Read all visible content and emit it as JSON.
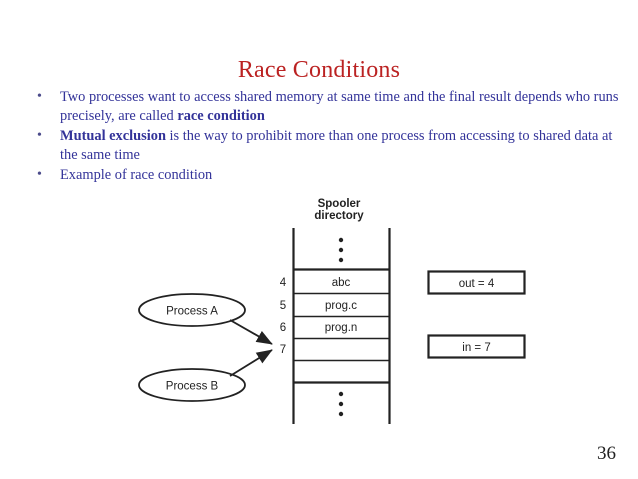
{
  "slide": {
    "title": "Race Conditions",
    "page_number": "36",
    "title_color": "#bb2222",
    "body_color": "#333399",
    "bullet_glyph": "•"
  },
  "bullets": [
    {
      "id": "bullet-race-condition",
      "segments": [
        {
          "text": "Two processes want to access shared memory at same time and the final result depends who runs precisely, are called ",
          "bold": false
        },
        {
          "text": "race condition",
          "bold": true
        }
      ]
    },
    {
      "id": "bullet-mutual-exclusion",
      "segments": [
        {
          "text": "Mutual exclusion",
          "bold": true
        },
        {
          "text": " is the way to prohibit more than one process from accessing to shared data at the same time",
          "bold": false
        }
      ]
    },
    {
      "id": "bullet-example",
      "segments": [
        {
          "text": "Example of  race condition",
          "bold": false
        }
      ]
    }
  ],
  "figure": {
    "caption_lines": [
      "Spooler",
      "directory"
    ],
    "spooler_rows": [
      {
        "index": "",
        "value": "",
        "kind": "dots"
      },
      {
        "index": "4",
        "value": "abc",
        "kind": "entry"
      },
      {
        "index": "5",
        "value": "prog.c",
        "kind": "entry"
      },
      {
        "index": "6",
        "value": "prog.n",
        "kind": "entry"
      },
      {
        "index": "7",
        "value": "",
        "kind": "entry"
      },
      {
        "index": "",
        "value": "",
        "kind": "empty"
      },
      {
        "index": "",
        "value": "",
        "kind": "dots"
      }
    ],
    "processes": [
      {
        "id": "process-a",
        "label": "Process A"
      },
      {
        "id": "process-b",
        "label": "Process B"
      }
    ],
    "variables": [
      {
        "id": "var-out",
        "label": "out = 4"
      },
      {
        "id": "var-in",
        "label": "in = 7"
      }
    ],
    "line_color": "#222222"
  }
}
